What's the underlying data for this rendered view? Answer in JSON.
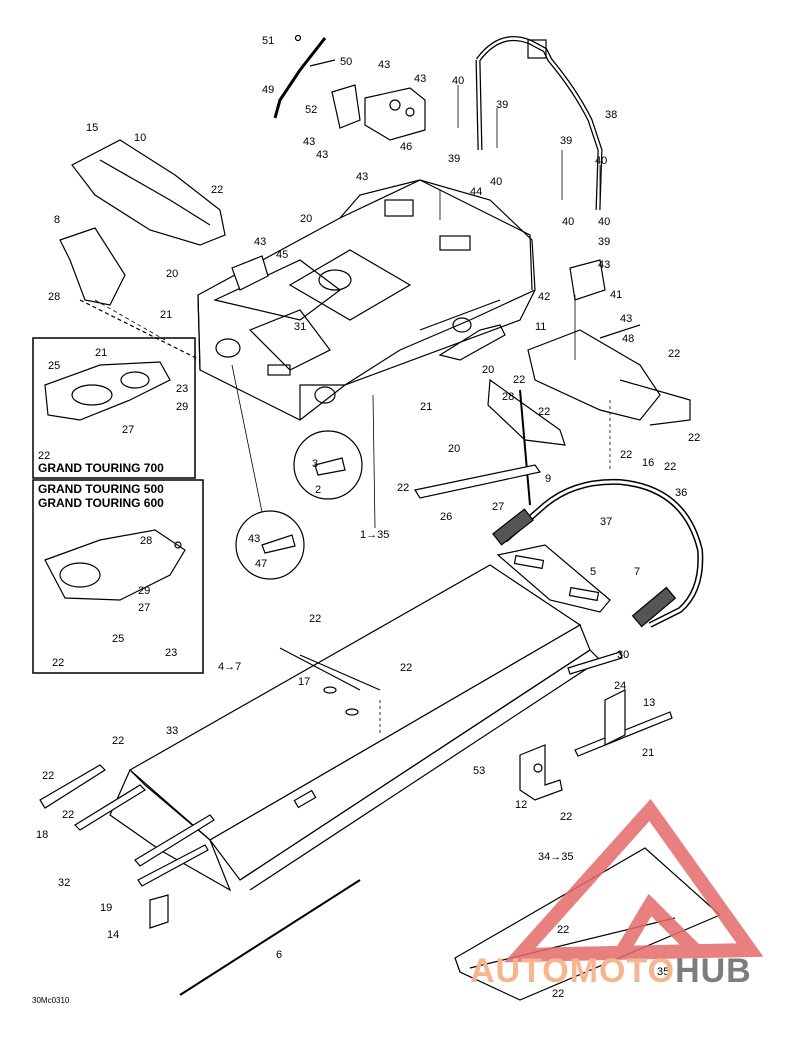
{
  "callouts": {
    "c1": "51",
    "c2": "50",
    "c3": "43",
    "c4": "43",
    "c5": "49",
    "c6": "52",
    "c7": "43",
    "c8": "43",
    "c9": "46",
    "c10": "43",
    "c11": "40",
    "c12": "39",
    "c13": "38",
    "c14": "39",
    "c15": "40",
    "c16": "39",
    "c17": "40",
    "c18": "40",
    "c19": "40",
    "c20": "39",
    "c21": "44",
    "c22": "15",
    "c23": "10",
    "c24": "22",
    "c25": "8",
    "c26": "20",
    "c27": "43",
    "c28": "45",
    "c29": "20",
    "c30": "28",
    "c31": "21",
    "c32": "31",
    "c33": "43",
    "c34": "41",
    "c35": "42",
    "c36": "43",
    "c37": "48",
    "c38": "11",
    "c39": "22",
    "c40": "22",
    "c41": "20",
    "c42": "21",
    "c43": "28",
    "c44": "22",
    "c45": "20",
    "c46": "22",
    "c47": "22",
    "c48": "16",
    "c49": "22",
    "c50": "9",
    "c51": "3",
    "c52": "2",
    "c53": "22",
    "c54": "26",
    "c55": "27",
    "c56": "36",
    "c57": "37",
    "c58": "1→35",
    "c59": "43",
    "c60": "47",
    "c61": "5",
    "c62": "7",
    "c63": "22",
    "c64": "17",
    "c65": "22",
    "c66": "4→7",
    "c67": "30",
    "c68": "24",
    "c69": "13",
    "c70": "21",
    "c71": "22",
    "c72": "33",
    "c73": "22",
    "c74": "53",
    "c75": "12",
    "c76": "22",
    "c77": "22",
    "c78": "18",
    "c79": "22",
    "c80": "32",
    "c81": "19",
    "c82": "14",
    "c83": "6",
    "c84": "34→35",
    "c85": "22",
    "c86": "35",
    "c87": "22",
    "i1": "21",
    "i2": "25",
    "i3": "23",
    "i4": "29",
    "i5": "27",
    "i6": "22",
    "j1": "28",
    "j2": "29",
    "j3": "27",
    "j4": "25",
    "j5": "22",
    "j6": "23"
  },
  "inset_labels": {
    "gt700": "GRAND TOURING 700",
    "gt500": "GRAND TOURING 500",
    "gt600": "GRAND TOURING 600"
  },
  "doc_code": "30Mc0310",
  "watermark": {
    "part1": "AUTOMOTO",
    "part2": "HUB",
    "color1": "#f6b48f",
    "color2": "#7d7d7d"
  },
  "colors": {
    "line": "#000000",
    "watermark_red": "#e46b6b"
  }
}
